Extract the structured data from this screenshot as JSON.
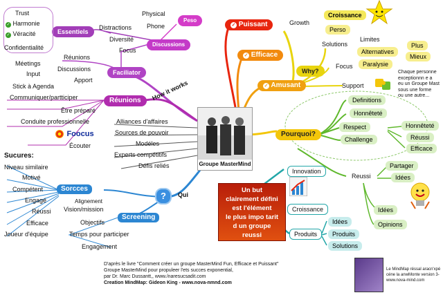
{
  "center": {
    "title": "Groupe MasterMind"
  },
  "how_it_works": "How it works",
  "qui": "Qui",
  "question_badge": "?",
  "essentiels": {
    "label": "Essentiels",
    "items": [
      "Trust",
      "Harmonie",
      "Véracité",
      "Confidentialité"
    ]
  },
  "peso": {
    "label": "Peso",
    "items": [
      "Physical",
      "Phone"
    ]
  },
  "discussions": {
    "label": "Discussions",
    "items": [
      "Distractions",
      "Diversité",
      "Focus"
    ]
  },
  "faciliator": {
    "label": "Faciliator",
    "items": [
      "Réunions",
      "Discussions",
      "Apport",
      "Méetings",
      "Input",
      "Stick à Agenda"
    ]
  },
  "reunions": {
    "label": "Réunions",
    "items": [
      "Communiquer/partticiper",
      "Être préparé",
      "Conduite professionnelle",
      "Écouter"
    ],
    "logo_text": "Foocus"
  },
  "center_left": [
    "Alliances d'affaires",
    "Sources de pouvoir",
    "Modéles",
    "Experts compétitifs",
    "Défis reliés"
  ],
  "sources": {
    "label": "Sorcces",
    "heading": "Sucures:",
    "items": [
      "Niveau similaire",
      "Motivé",
      "Compétent",
      "Engagé",
      "Réussi",
      "Efficace",
      "Joueur d'équipe"
    ]
  },
  "screening": {
    "label": "Screening",
    "items": [
      "Alignement",
      "Vision/mission",
      "Objectifs",
      "Temps pour participer",
      "Engagement"
    ]
  },
  "puissant": {
    "label": "Puissant"
  },
  "efficace": {
    "label": "Efficace"
  },
  "amusant": {
    "label": "Amusant"
  },
  "why": {
    "label": "Why?",
    "items": [
      "Growth",
      "Croissance",
      "Perso",
      "Solutions",
      "Limites",
      "Alternatives",
      "Plus",
      "Mieux",
      "Focus",
      "Paralysie",
      "Support"
    ],
    "note": [
      "Chaque personne",
      "exceptionnn e a",
      "eu un Groupe Mast",
      "sous une forme",
      "ou une autre..."
    ]
  },
  "pourquoi": {
    "label": "Pourquoi?",
    "items": [
      "Definitions",
      "Honnêteté",
      "Respect",
      "Challenge",
      "Honnêteté",
      "Réussi",
      "Efficace"
    ]
  },
  "reussi": {
    "label": "Reussi",
    "items": [
      "Partager",
      "Idées",
      "Idées",
      "Opinions"
    ]
  },
  "goal": {
    "lines": [
      "Un but",
      "clairement défini",
      "est l'élément",
      "le plus impo tarit",
      "d un groupe",
      "reussi"
    ]
  },
  "innovation": {
    "items": [
      "Innovation",
      "Croissance"
    ]
  },
  "produits": {
    "label": "Produits",
    "items": [
      "Idées",
      "Produits",
      "Solutions"
    ]
  },
  "footer": {
    "lines": [
      "D'après le livre \"Comment créer un groupe MasterMind Fun, Efficace et Puissant\"",
      "Groupe MasterMind pour propuleer l'ets succes exponential,",
      "par Dr. Marc Dussantt,, www./naresucsadit.com",
      "Creation MindMap: Gideon King - www.nova-nmnd.com"
    ]
  },
  "credit": {
    "lines": [
      "Le MindMap réssal aracn'xpé",
      "céne la anwMonte version 3-",
      "www.nova-mind.com"
    ]
  },
  "colors": {
    "essentiels": "#a23eb8",
    "peso": "#d43cc8",
    "faciliator": "#b044c4",
    "reunions": "#b02cae",
    "puissant": "#e8250e",
    "efficace": "#f28a0e",
    "amusant": "#f0a010",
    "why": "#e8d40e",
    "pourquoi": "#f3c60a",
    "green": "#5fb82c",
    "teal": "#22a6a8",
    "blue": "#2c86d2"
  }
}
